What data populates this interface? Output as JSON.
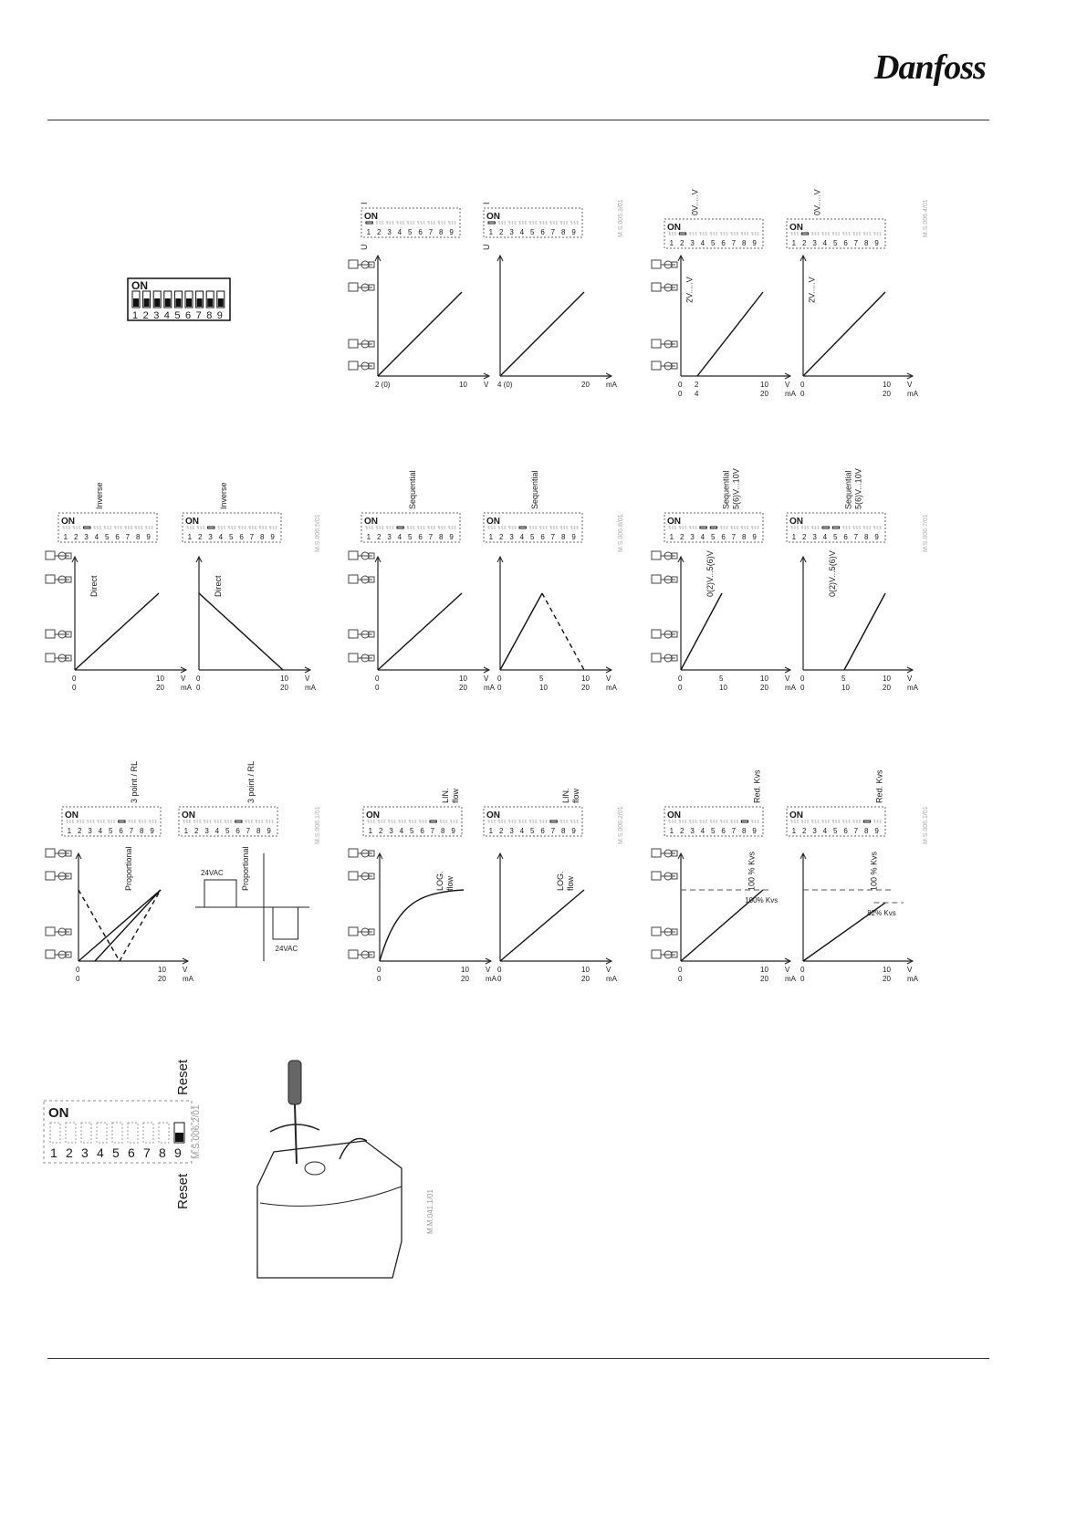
{
  "brand": "Danfoss",
  "dip": {
    "on_label": "ON",
    "numbers": [
      "1",
      "2",
      "3",
      "4",
      "5",
      "6",
      "7",
      "8",
      "9"
    ]
  },
  "panels": [
    {
      "id": "u-V",
      "sw": "1",
      "sw_label": "U",
      "top": "I",
      "axis_rows": [
        {
          "unit": "V",
          "ticks": [
            {
              "v": 0,
              "t": "2 (0)"
            },
            {
              "v": 10,
              "t": "10"
            }
          ]
        }
      ],
      "curves": [
        {
          "pts": [
            [
              0,
              0
            ],
            [
              10,
              10
            ]
          ],
          "dash": false
        }
      ]
    },
    {
      "id": "i-mA",
      "sw": "1",
      "sw_label": "U",
      "top": "I",
      "axis_rows": [
        {
          "unit": "mA",
          "ticks": [
            {
              "v": 0,
              "t": "4 (0)"
            },
            {
              "v": 10,
              "t": "20"
            }
          ]
        }
      ],
      "curves": [
        {
          "pts": [
            [
              0,
              0
            ],
            [
              10,
              10
            ]
          ],
          "dash": false
        }
      ]
    },
    {
      "id": "2v-a",
      "sw": "2",
      "top_label": "0V.....V",
      "bottom_label": "2V.....V",
      "axis_rows": [
        {
          "unit": "V",
          "ticks": [
            {
              "v": 0,
              "t": "0"
            },
            {
              "v": 2,
              "t": "2"
            },
            {
              "v": 10,
              "t": "10"
            }
          ]
        },
        {
          "unit": "mA",
          "ticks": [
            {
              "v": 0,
              "t": "0"
            },
            {
              "v": 2,
              "t": "4"
            },
            {
              "v": 10,
              "t": "20"
            }
          ]
        }
      ],
      "curves": [
        {
          "pts": [
            [
              2,
              0
            ],
            [
              10,
              10
            ]
          ],
          "dash": false
        }
      ]
    },
    {
      "id": "2v-b",
      "sw": "2",
      "top_label": "0V.....V",
      "bottom_label": "2V.....V",
      "axis_rows": [
        {
          "unit": "V",
          "ticks": [
            {
              "v": 0,
              "t": "0"
            },
            {
              "v": 10,
              "t": "10"
            }
          ]
        },
        {
          "unit": "mA",
          "ticks": [
            {
              "v": 0,
              "t": "0"
            },
            {
              "v": 10,
              "t": "20"
            }
          ]
        }
      ],
      "curves": [
        {
          "pts": [
            [
              0,
              0
            ],
            [
              10,
              10
            ]
          ],
          "dash": false
        }
      ]
    },
    {
      "id": "direct",
      "sw": "3",
      "top_label": "Inverse",
      "bottom_label": "Direct",
      "axis_rows": [
        {
          "unit": "V",
          "ticks": [
            {
              "v": 0,
              "t": "0"
            },
            {
              "v": 10,
              "t": "10"
            }
          ]
        },
        {
          "unit": "mA",
          "ticks": [
            {
              "v": 0,
              "t": "0"
            },
            {
              "v": 10,
              "t": "20"
            }
          ]
        }
      ],
      "curves": [
        {
          "pts": [
            [
              0,
              0
            ],
            [
              10,
              10
            ]
          ],
          "dash": false
        }
      ]
    },
    {
      "id": "inverse",
      "sw": "3",
      "top_label": "Inverse",
      "bottom_label": "Direct",
      "axis_rows": [
        {
          "unit": "V",
          "ticks": [
            {
              "v": 0,
              "t": "0"
            },
            {
              "v": 10,
              "t": "10"
            }
          ]
        },
        {
          "unit": "mA",
          "ticks": [
            {
              "v": 0,
              "t": "0"
            },
            {
              "v": 10,
              "t": "20"
            }
          ]
        }
      ],
      "curves": [
        {
          "pts": [
            [
              0,
              10
            ],
            [
              10,
              0
            ]
          ],
          "dash": false
        }
      ]
    },
    {
      "id": "seq-off",
      "sw": "4",
      "top_label": "Sequential",
      "axis_rows": [
        {
          "unit": "V",
          "ticks": [
            {
              "v": 0,
              "t": "0"
            },
            {
              "v": 10,
              "t": "10"
            }
          ]
        },
        {
          "unit": "mA",
          "ticks": [
            {
              "v": 0,
              "t": "0"
            },
            {
              "v": 10,
              "t": "20"
            }
          ]
        }
      ],
      "curves": [
        {
          "pts": [
            [
              0,
              0
            ],
            [
              10,
              10
            ]
          ],
          "dash": false
        }
      ]
    },
    {
      "id": "seq-on",
      "sw": "4",
      "top_label": "Sequential",
      "axis_rows": [
        {
          "unit": "V",
          "ticks": [
            {
              "v": 0,
              "t": "0"
            },
            {
              "v": 5,
              "t": "5"
            },
            {
              "v": 10,
              "t": "10"
            }
          ]
        },
        {
          "unit": "mA",
          "ticks": [
            {
              "v": 0,
              "t": "0"
            },
            {
              "v": 5,
              "t": "10"
            },
            {
              "v": 10,
              "t": "20"
            }
          ]
        }
      ],
      "curves": [
        {
          "pts": [
            [
              0,
              0
            ],
            [
              5,
              10
            ]
          ],
          "dash": false
        },
        {
          "pts": [
            [
              5,
              10
            ],
            [
              10,
              0
            ]
          ],
          "dash": true
        }
      ]
    },
    {
      "id": "seq5-a",
      "sw": "45",
      "top_label": "Sequential",
      "top_label2": "5(6)V...10V",
      "bottom_label": "0(2)V...5(6)V",
      "axis_rows": [
        {
          "unit": "V",
          "ticks": [
            {
              "v": 0,
              "t": "0"
            },
            {
              "v": 5,
              "t": "5"
            },
            {
              "v": 10,
              "t": "10"
            }
          ]
        },
        {
          "unit": "mA",
          "ticks": [
            {
              "v": 0,
              "t": "0"
            },
            {
              "v": 5,
              "t": "10"
            },
            {
              "v": 10,
              "t": "20"
            }
          ]
        }
      ],
      "curves": [
        {
          "pts": [
            [
              0,
              0
            ],
            [
              5,
              10
            ]
          ],
          "dash": false
        }
      ]
    },
    {
      "id": "seq5-b",
      "sw": "45",
      "top_label": "Sequential",
      "top_label2": "5(6)V...10V",
      "bottom_label": "0(2)V...5(6)V",
      "axis_rows": [
        {
          "unit": "V",
          "ticks": [
            {
              "v": 0,
              "t": "0"
            },
            {
              "v": 5,
              "t": "5"
            },
            {
              "v": 10,
              "t": "10"
            }
          ]
        },
        {
          "unit": "mA",
          "ticks": [
            {
              "v": 0,
              "t": "0"
            },
            {
              "v": 5,
              "t": "10"
            },
            {
              "v": 10,
              "t": "20"
            }
          ]
        }
      ],
      "curves": [
        {
          "pts": [
            [
              5,
              0
            ],
            [
              10,
              10
            ]
          ],
          "dash": false
        }
      ]
    },
    {
      "id": "proportional",
      "sw": "6",
      "top_label": "3 point / RL",
      "bottom_label": "Proportional",
      "axis_rows": [
        {
          "unit": "V",
          "ticks": [
            {
              "v": 0,
              "t": "0"
            },
            {
              "v": 10,
              "t": "10"
            }
          ]
        },
        {
          "unit": "mA",
          "ticks": [
            {
              "v": 0,
              "t": "0"
            },
            {
              "v": 10,
              "t": "20"
            }
          ]
        }
      ],
      "curves": [
        {
          "pts": [
            [
              0,
              0
            ],
            [
              10,
              10
            ]
          ],
          "dash": false
        },
        {
          "pts": [
            [
              2,
              0
            ],
            [
              10,
              10
            ]
          ],
          "dash": false
        },
        {
          "pts": [
            [
              0,
              10
            ],
            [
              5,
              0
            ]
          ],
          "dash": true
        },
        {
          "pts": [
            [
              5,
              0
            ],
            [
              10,
              10
            ]
          ],
          "dash": true
        }
      ]
    },
    {
      "id": "3point",
      "sw": "6",
      "top_label": "3 point / RL",
      "bottom_label": "Proportional",
      "vac_top": "24VAC",
      "vac_bottom": "24VAC"
    },
    {
      "id": "log",
      "sw": "7",
      "top_label": "LIN.",
      "top_label2": "flow",
      "bottom_label": "LOG.",
      "bottom_label2": "flow",
      "axis_rows": [
        {
          "unit": "V",
          "ticks": [
            {
              "v": 0,
              "t": "0"
            },
            {
              "v": 10,
              "t": "10"
            }
          ]
        },
        {
          "unit": "mA",
          "ticks": [
            {
              "v": 0,
              "t": "0"
            },
            {
              "v": 10,
              "t": "20"
            }
          ]
        }
      ],
      "curves": [
        {
          "log": true
        }
      ]
    },
    {
      "id": "lin",
      "sw": "7",
      "top_label": "LIN.",
      "top_label2": "flow",
      "bottom_label": "LOG.",
      "bottom_label2": "flow",
      "axis_rows": [
        {
          "unit": "V",
          "ticks": [
            {
              "v": 0,
              "t": "0"
            },
            {
              "v": 10,
              "t": "10"
            }
          ]
        },
        {
          "unit": "mA",
          "ticks": [
            {
              "v": 0,
              "t": "0"
            },
            {
              "v": 10,
              "t": "20"
            }
          ]
        }
      ],
      "curves": [
        {
          "pts": [
            [
              0,
              0
            ],
            [
              10,
              10
            ]
          ],
          "dash": false
        }
      ]
    },
    {
      "id": "kvs100",
      "sw": "8",
      "top_label": "Red. Kvs",
      "bottom_label": "100 % Kvs",
      "note": "100% Kvs",
      "axis_rows": [
        {
          "unit": "V",
          "ticks": [
            {
              "v": 0,
              "t": "0"
            },
            {
              "v": 10,
              "t": "10"
            }
          ]
        },
        {
          "unit": "mA",
          "ticks": [
            {
              "v": 0,
              "t": "0"
            },
            {
              "v": 10,
              "t": "20"
            }
          ]
        }
      ],
      "curves": [
        {
          "pts": [
            [
              0,
              0
            ],
            [
              10,
              10
            ]
          ],
          "dash": false
        }
      ],
      "limit": 10
    },
    {
      "id": "kvs82",
      "sw": "8",
      "top_label": "Red. Kvs",
      "bottom_label": "100 % Kvs",
      "note": "82% Kvs",
      "axis_rows": [
        {
          "unit": "V",
          "ticks": [
            {
              "v": 0,
              "t": "0"
            },
            {
              "v": 10,
              "t": "10"
            }
          ]
        },
        {
          "unit": "mA",
          "ticks": [
            {
              "v": 0,
              "t": "0"
            },
            {
              "v": 10,
              "t": "20"
            }
          ]
        }
      ],
      "curves": [
        {
          "pts": [
            [
              0,
              0
            ],
            [
              10,
              8.2
            ]
          ],
          "dash": false
        }
      ],
      "limit": 10,
      "limit2": 8.2
    }
  ],
  "codes": [
    "M.S.005.3/01",
    "M.S.006.4/01",
    "M.S.006.5/01",
    "M.S.006.8/01",
    "M.S.006.7/01",
    "M.S.006.1/01",
    "M.S.006.2/01",
    "M.M.041.1/01"
  ],
  "reset": {
    "label_top": "Reset",
    "label_bottom": "Reset",
    "code": "M.S.006.2/01"
  }
}
